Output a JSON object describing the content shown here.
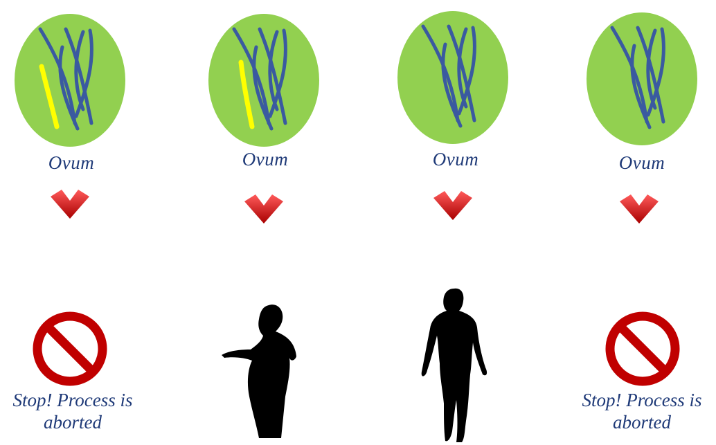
{
  "colors": {
    "ovum_fill": "#92d050",
    "chromosome": "#3a5aa0",
    "extra_chromosome": "#ffff00",
    "arrow": "#d81e1e",
    "stop": "#c00000",
    "label_text": "#1f3a78",
    "silhouette": "#000000"
  },
  "columns": [
    {
      "ovum_label": "Ovum",
      "has_extra_chromosome": true,
      "outcome": "stop",
      "outcome_text_line1": "Stop! Process is",
      "outcome_text_line2": "aborted"
    },
    {
      "ovum_label": "Ovum",
      "has_extra_chromosome": true,
      "outcome": "female"
    },
    {
      "ovum_label": "Ovum",
      "has_extra_chromosome": false,
      "outcome": "male"
    },
    {
      "ovum_label": "Ovum",
      "has_extra_chromosome": false,
      "outcome": "stop",
      "outcome_text_line1": "Stop! Process is",
      "outcome_text_line2": "aborted"
    }
  ]
}
